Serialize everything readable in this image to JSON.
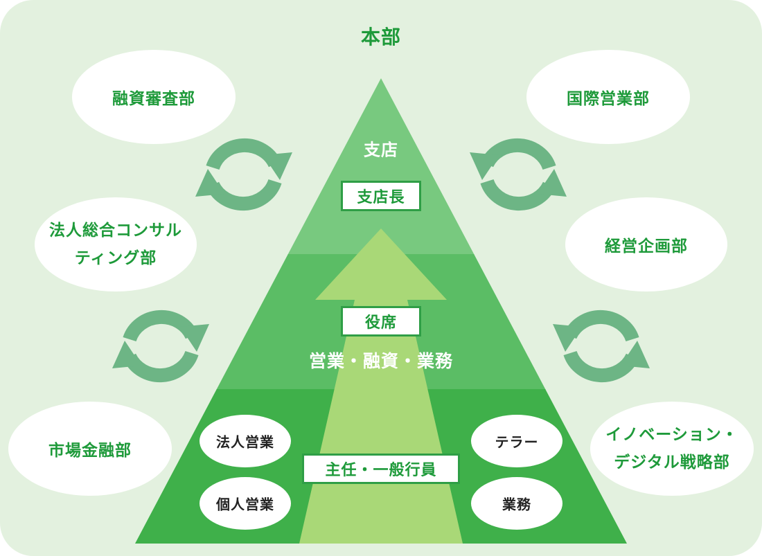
{
  "colors": {
    "panel": "#e3f1df",
    "tier_top": "#78c97f",
    "tier_mid": "#5bbd65",
    "tier_bottom": "#3fb04a",
    "arrow": "#a9d877",
    "cycle": "#6db585",
    "text_green": "#1e9a3a"
  },
  "headquarters": {
    "title": "本部",
    "departments": {
      "credit_review": "融資審査部",
      "international_sales": "国際営業部",
      "corporate_consulting": [
        "法人総合コンサル",
        "ティング部"
      ],
      "corporate_planning": "経営企画部",
      "market_finance": "市場金融部",
      "innovation_digital": [
        "イノベーション・",
        "デジタル戦略部"
      ]
    }
  },
  "branch": {
    "title": "支店",
    "manager": "支店長",
    "officer": "役席",
    "divisions": "営業・融資・業務",
    "staff": "主任・一般行員",
    "roles": {
      "corporate_sales": "法人営業",
      "individual_sales": "個人営業",
      "teller": "テラー",
      "operations": "業務"
    }
  }
}
